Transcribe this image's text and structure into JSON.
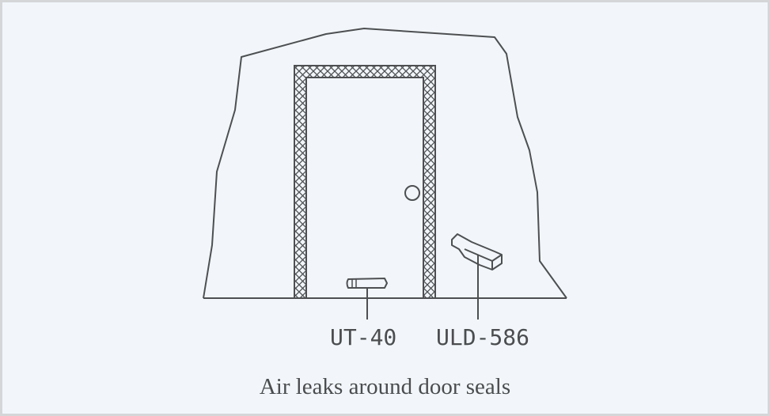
{
  "labels": {
    "ut": "UT-40",
    "uld": "ULD-586"
  },
  "caption": "Air leaks around door seals",
  "colors": {
    "background": "#f2f6fa",
    "border": "#d4d6d8",
    "stroke": "#4d4f51"
  }
}
